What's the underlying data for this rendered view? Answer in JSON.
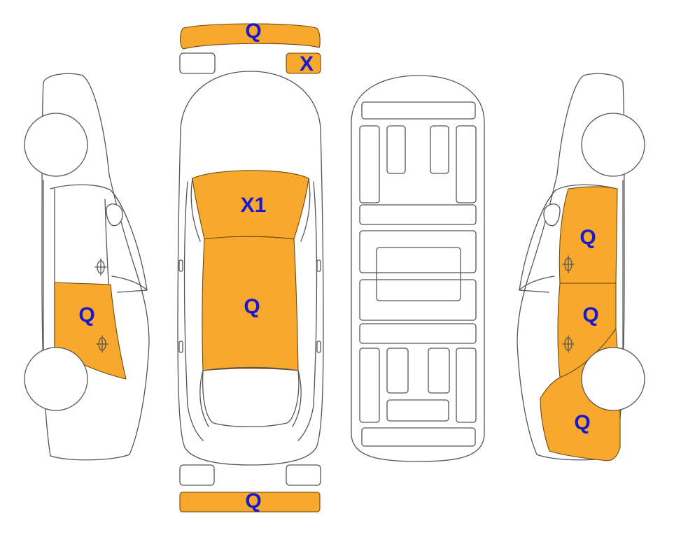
{
  "colors": {
    "damage": "#F8A82C",
    "label": "#1a1acc",
    "outline": "#555555"
  },
  "codes": {
    "front_bumper": "Q",
    "front_right_lamp": "X",
    "hood": "X1",
    "roof": "Q",
    "rear_bumper": "Q",
    "left_rear_door": "Q",
    "right_front_door": "Q",
    "right_rear_door": "Q",
    "right_rear_quarter": "Q"
  }
}
